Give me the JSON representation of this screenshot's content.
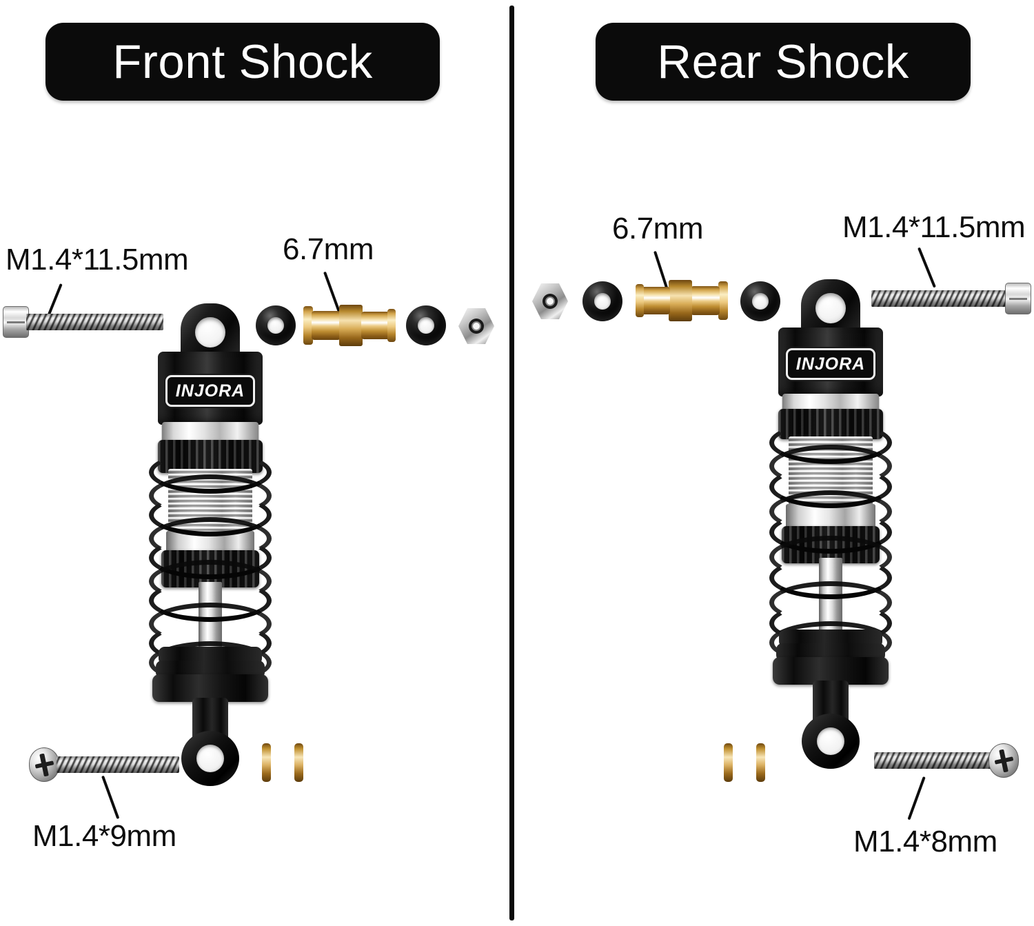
{
  "page": {
    "background_color": "#ffffff",
    "divider_color": "#0a0a0a",
    "brand": "INJORA"
  },
  "panels": [
    {
      "id": "front",
      "title": "Front Shock",
      "title_bg": "#0b0b0b",
      "title_color": "#ffffff",
      "shock": {
        "brand_logo": "INJORA"
      },
      "labels": {
        "top_screw": "M1.4*11.5mm",
        "pivot": "6.7mm",
        "bottom_screw": "M1.4*9mm"
      },
      "parts_top_row": [
        {
          "name": "screw-cap-head",
          "label": "M1.4*11.5mm",
          "material": "steel",
          "color": "#c8c8c8"
        },
        {
          "name": "o-ring",
          "label": "",
          "material": "rubber",
          "color": "#0a0a0a"
        },
        {
          "name": "brass-pivot-pin",
          "label": "6.7mm",
          "material": "brass",
          "color": "#d9a441"
        },
        {
          "name": "o-ring",
          "label": "",
          "material": "rubber",
          "color": "#0a0a0a"
        },
        {
          "name": "hex-nut",
          "label": "",
          "material": "steel",
          "color": "#b4b4b4"
        }
      ],
      "parts_bottom_row": [
        {
          "name": "screw-pan-head",
          "label": "M1.4*9mm",
          "material": "steel",
          "color": "#c8c8c8"
        },
        {
          "name": "brass-bushing",
          "label": "",
          "material": "brass",
          "color": "#d9a441"
        }
      ]
    },
    {
      "id": "rear",
      "title": "Rear Shock",
      "title_bg": "#0b0b0b",
      "title_color": "#ffffff",
      "shock": {
        "brand_logo": "INJORA"
      },
      "labels": {
        "top_screw": "M1.4*11.5mm",
        "pivot": "6.7mm",
        "bottom_screw": "M1.4*8mm"
      },
      "parts_top_row": [
        {
          "name": "hex-nut",
          "label": "",
          "material": "steel",
          "color": "#b4b4b4"
        },
        {
          "name": "o-ring",
          "label": "",
          "material": "rubber",
          "color": "#0a0a0a"
        },
        {
          "name": "brass-pivot-pin",
          "label": "6.7mm",
          "material": "brass",
          "color": "#d9a441"
        },
        {
          "name": "o-ring",
          "label": "",
          "material": "rubber",
          "color": "#0a0a0a"
        },
        {
          "name": "screw-cap-head",
          "label": "M1.4*11.5mm",
          "material": "steel",
          "color": "#c8c8c8"
        }
      ],
      "parts_bottom_row": [
        {
          "name": "brass-bushing",
          "label": "",
          "material": "brass",
          "color": "#d9a441"
        },
        {
          "name": "screw-pan-head",
          "label": "M1.4*8mm",
          "material": "steel",
          "color": "#c8c8c8"
        }
      ]
    }
  ]
}
